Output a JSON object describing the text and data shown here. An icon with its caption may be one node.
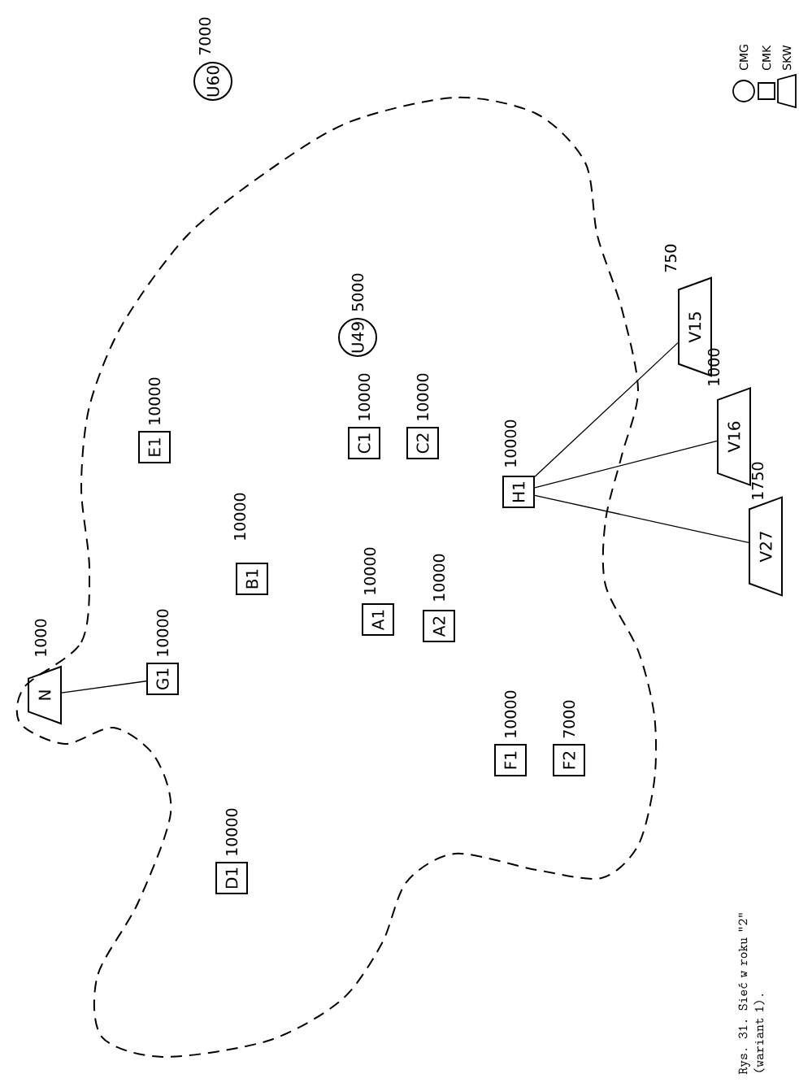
{
  "diagram": {
    "caption": "Rys. 31. Sieć w roku \"2\" (wariant 1).",
    "nodes": [
      {
        "text": [
          "N"
        ],
        "beside": [
          "1000"
        ]
      },
      {
        "text": [
          "G1"
        ],
        "beside": [
          "10000"
        ]
      },
      {
        "text": [
          "E1"
        ],
        "beside": [
          "10000"
        ]
      },
      {
        "text": [
          "U49"
        ],
        "beside": [
          "5000"
        ]
      },
      {
        "text": [
          "U60"
        ],
        "beside": [
          "7000"
        ]
      },
      {
        "text": [
          "B1"
        ],
        "beside": [
          "10000"
        ]
      },
      {
        "text": [
          "D1"
        ],
        "beside": [
          "10000"
        ]
      },
      {
        "text": [
          "A1"
        ],
        "beside": [
          "10000"
        ]
      },
      {
        "text": [
          "A2"
        ],
        "beside": [
          "10000"
        ]
      },
      {
        "text": [
          "C1"
        ],
        "beside": [
          "10000"
        ]
      },
      {
        "text": [
          "C2"
        ],
        "beside": [
          "10000"
        ]
      },
      {
        "text": [
          "F1"
        ],
        "beside": [
          "10000"
        ]
      },
      {
        "text": [
          "F2"
        ],
        "beside": [
          "7000"
        ]
      },
      {
        "text": [
          "H1"
        ],
        "beside": [
          "10000"
        ]
      },
      {
        "text": [
          "V27"
        ],
        "beside": [
          "1750"
        ]
      },
      {
        "text": [
          "V16"
        ],
        "beside": [
          "1000"
        ]
      },
      {
        "text": [
          "V15"
        ],
        "beside": [
          "750"
        ]
      }
    ],
    "edges": [
      {
        "from": 0,
        "to": 1,
        "arrow": "none"
      },
      {
        "from": 13,
        "to": 16,
        "arrow": "none"
      },
      {
        "from": 13,
        "to": 15,
        "arrow": "none"
      },
      {
        "from": 13,
        "to": 14,
        "arrow": "none"
      }
    ],
    "legend": [
      {
        "text": "CMG"
      },
      {
        "text": "CMK"
      },
      {
        "text": "SKW"
      }
    ]
  }
}
